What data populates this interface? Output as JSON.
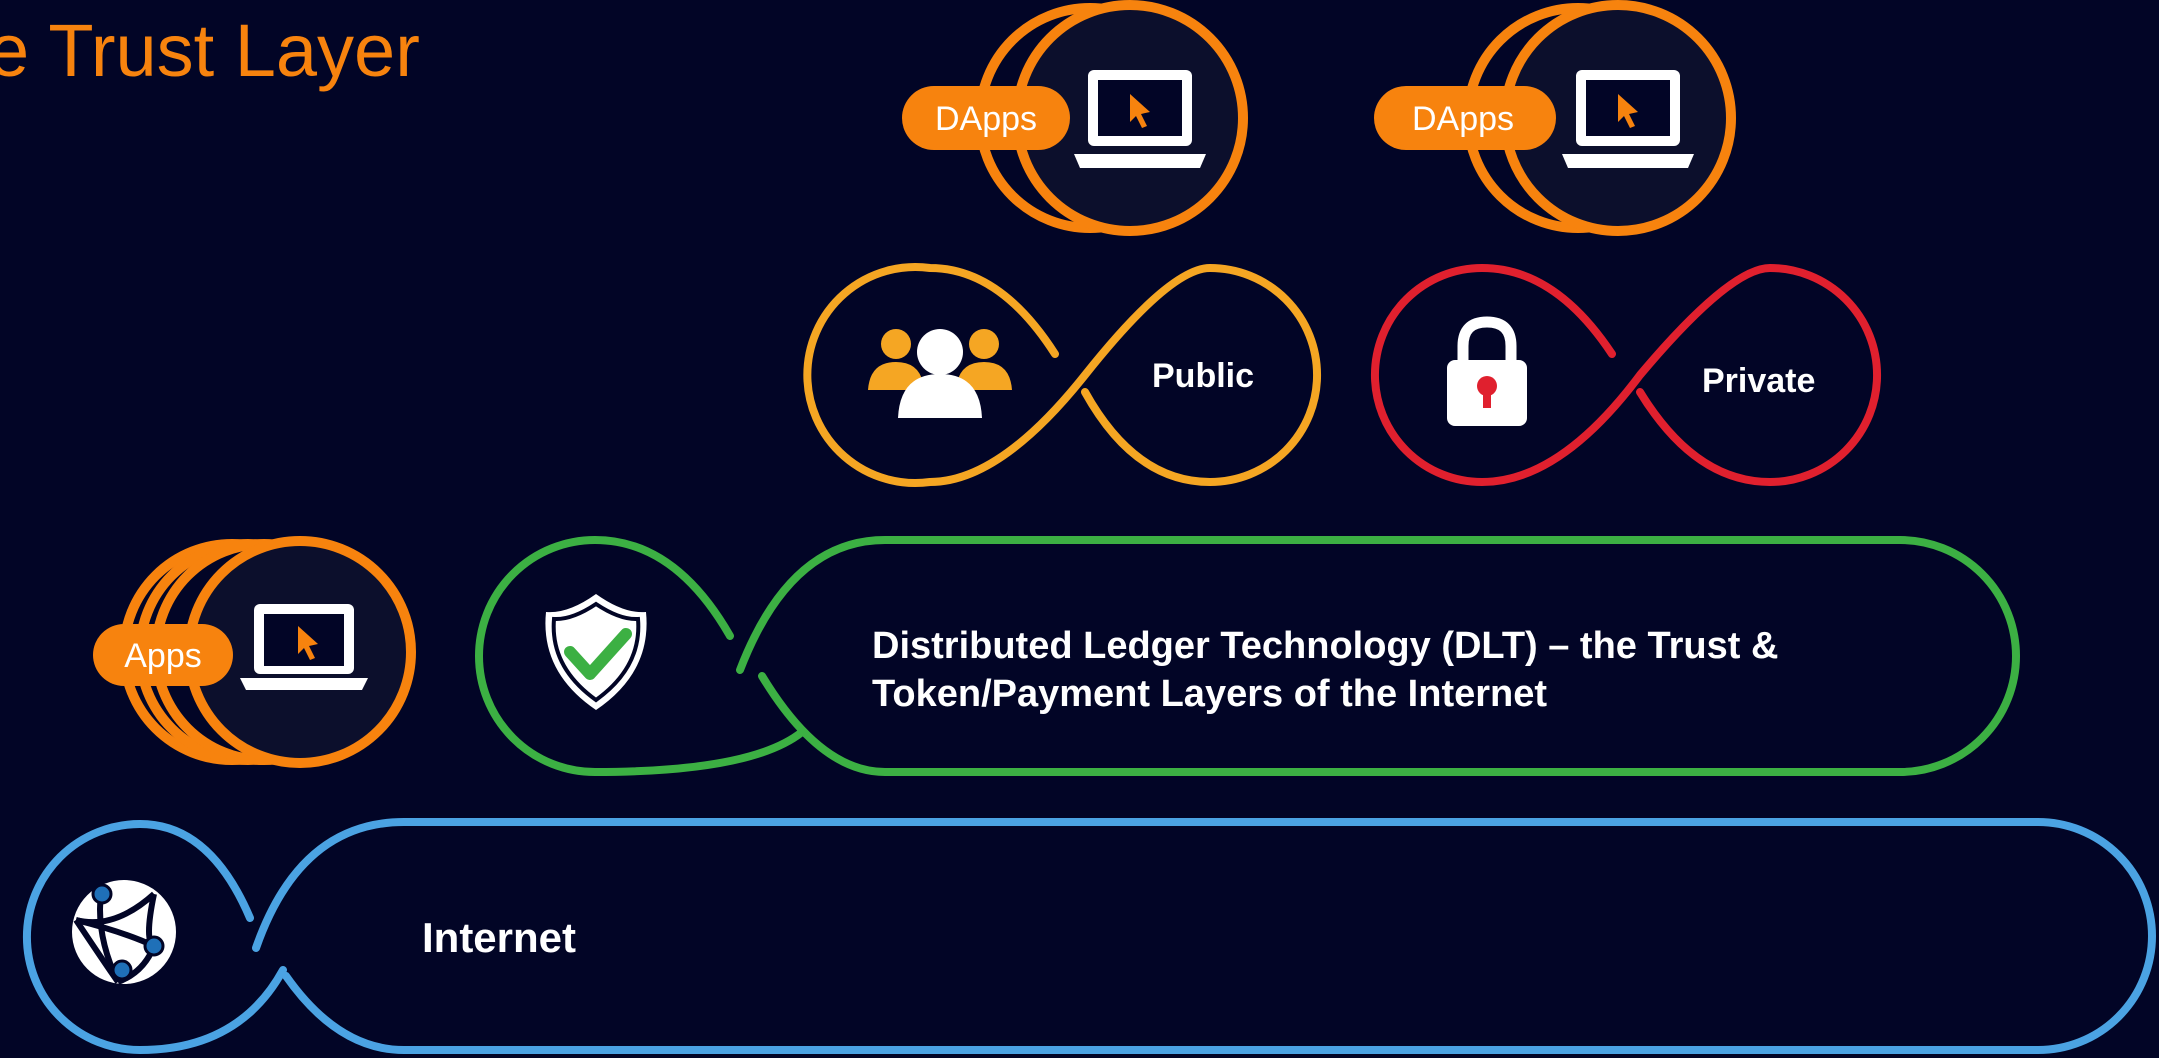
{
  "title": "e Trust Layer",
  "layers": {
    "internet": {
      "label": "Internet",
      "icon": "globe-network-icon",
      "color": "#4ba3e3"
    },
    "dlt": {
      "label_line1": "Distributed Ledger Technology (DLT) – the Trust &",
      "label_line2": "Token/Payment Layers of the Internet",
      "icon": "shield-check-icon",
      "color": "#3cb043"
    },
    "public": {
      "label": "Public",
      "icon": "people-icon",
      "color": "#f5a623"
    },
    "private": {
      "label": "Private",
      "icon": "padlock-icon",
      "color": "#e0202e"
    }
  },
  "apps": {
    "label": "Apps",
    "icon": "laptop-icon"
  },
  "dapps": [
    {
      "label": "DApps",
      "icon": "laptop-icon"
    },
    {
      "label": "DApps",
      "icon": "laptop-icon"
    }
  ],
  "colors": {
    "background": "#020526",
    "accent": "#f7830e",
    "text": "#ffffff"
  }
}
